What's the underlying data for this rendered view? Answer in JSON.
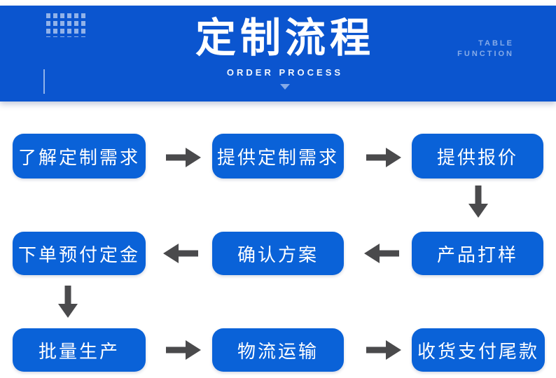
{
  "header": {
    "title": "定制流程",
    "subtitle": "ORDER PROCESS",
    "corner_label_line1": "TABLE",
    "corner_label_line2": "FUNCTION"
  },
  "colors": {
    "banner": "#0b55cf",
    "box": "#0a62d8",
    "arrow": "#4a4a4c"
  },
  "flow": {
    "steps": [
      {
        "label": "了解定制需求"
      },
      {
        "label": "提供定制需求"
      },
      {
        "label": "提供报价"
      },
      {
        "label": "产品打样"
      },
      {
        "label": "确认方案"
      },
      {
        "label": "下单预付定金"
      },
      {
        "label": "批量生产"
      },
      {
        "label": "物流运输"
      },
      {
        "label": "收货支付尾款"
      }
    ]
  }
}
